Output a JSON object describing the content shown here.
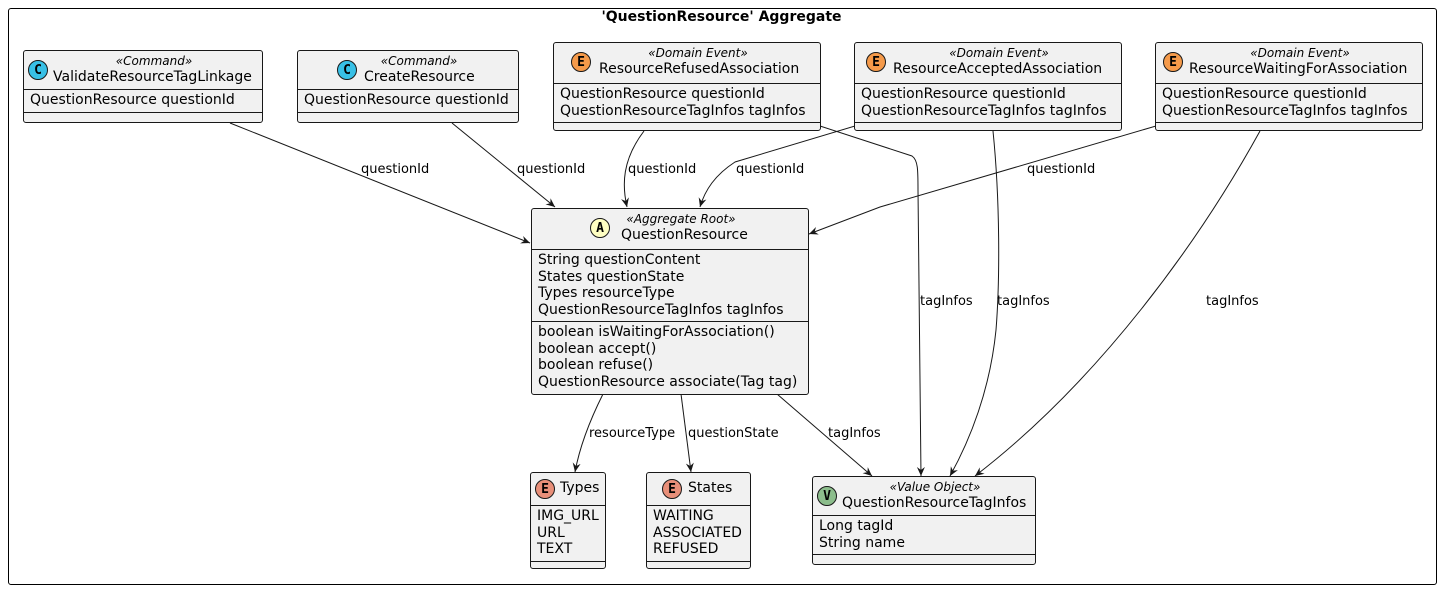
{
  "frame_title": "'QuestionResource' Aggregate",
  "colors": {
    "command": "#38c0e6",
    "domain_event": "#f59a4a",
    "aggregate_root": "#fefec2",
    "enum": "#e88f79",
    "value_object": "#8cbd8c"
  },
  "classes": {
    "validate": {
      "badge": "C",
      "stereotype": "«Command»",
      "name": "ValidateResourceTagLinkage",
      "fields": [
        "QuestionResource questionId"
      ],
      "methods": []
    },
    "create": {
      "badge": "C",
      "stereotype": "«Command»",
      "name": "CreateResource",
      "fields": [
        "QuestionResource questionId"
      ],
      "methods": []
    },
    "refused": {
      "badge": "E",
      "stereotype": "«Domain Event»",
      "name": "ResourceRefusedAssociation",
      "fields": [
        "QuestionResource questionId",
        "QuestionResourceTagInfos tagInfos"
      ],
      "methods": []
    },
    "accepted": {
      "badge": "E",
      "stereotype": "«Domain Event»",
      "name": "ResourceAcceptedAssociation",
      "fields": [
        "QuestionResource questionId",
        "QuestionResourceTagInfos tagInfos"
      ],
      "methods": []
    },
    "waiting": {
      "badge": "E",
      "stereotype": "«Domain Event»",
      "name": "ResourceWaitingForAssociation",
      "fields": [
        "QuestionResource questionId",
        "QuestionResourceTagInfos tagInfos"
      ],
      "methods": []
    },
    "root": {
      "badge": "A",
      "stereotype": "«Aggregate Root»",
      "name": "QuestionResource",
      "fields": [
        "String questionContent",
        "States questionState",
        "Types resourceType",
        "QuestionResourceTagInfos tagInfos"
      ],
      "methods": [
        "boolean isWaitingForAssociation()",
        "boolean accept()",
        "boolean refuse()",
        "QuestionResource associate(Tag tag)"
      ]
    },
    "types": {
      "badge": "E",
      "stereotype": "",
      "name": "Types",
      "fields": [
        "IMG_URL",
        "URL",
        "TEXT"
      ],
      "methods": []
    },
    "states": {
      "badge": "E",
      "stereotype": "",
      "name": "States",
      "fields": [
        "WAITING",
        "ASSOCIATED",
        "REFUSED"
      ],
      "methods": []
    },
    "taginfos": {
      "badge": "V",
      "stereotype": "«Value Object»",
      "name": "QuestionResourceTagInfos",
      "fields": [
        "Long tagId",
        "String name"
      ],
      "methods": []
    }
  },
  "relations": [
    {
      "id": "validate-root",
      "label": "questionId"
    },
    {
      "id": "create-root",
      "label": "questionId"
    },
    {
      "id": "refused-root",
      "label": "questionId"
    },
    {
      "id": "accepted-root",
      "label": "questionId"
    },
    {
      "id": "waiting-root",
      "label": "questionId"
    },
    {
      "id": "refused-taginfos",
      "label": "tagInfos"
    },
    {
      "id": "accepted-taginfos",
      "label": "tagInfos"
    },
    {
      "id": "waiting-taginfos",
      "label": "tagInfos"
    },
    {
      "id": "root-types",
      "label": "resourceType"
    },
    {
      "id": "root-states",
      "label": "questionState"
    },
    {
      "id": "root-taginfos",
      "label": "tagInfos"
    }
  ]
}
